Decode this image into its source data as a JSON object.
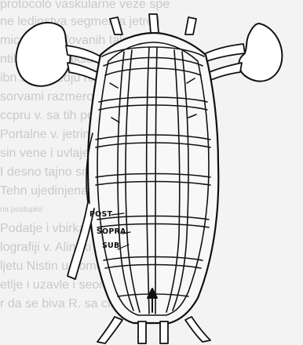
{
  "background_text": [
    "protocolo vaskularne veze spe",
    "ne ledinstva segmenta jetre i",
    "mica posredovanih taksasa kn",
    "ntibanocnii taksasa takjenemu",
    "ibn se izmedju resnog tijela R.",
    "sorvami razmerom u pravilan po",
    "ccpru v. sa tih portalnih ikrokrutnih",
    "Portalne v. jetrinih ili intre prem",
    "sin vene i uvlaje izmz dijam",
    "I desno tajno smjer (pa ja ve",
    "Tehn ujedinjena unu kojetaje ka",
    "na postupke",
    "Podatje i vbirkaje opisane je p",
    "lografiji v. Alinski ovoji nog dijela s",
    "ljetu Nistin u pomorcenim ijev",
    "etlje i uzavle i seomedenir lavisi",
    "r da se biva R. sa clijevoacan"
  ],
  "labels": {
    "post": "POST",
    "sopra": "SOPRA",
    "sub": "SUB"
  },
  "arrow_direction": "up"
}
